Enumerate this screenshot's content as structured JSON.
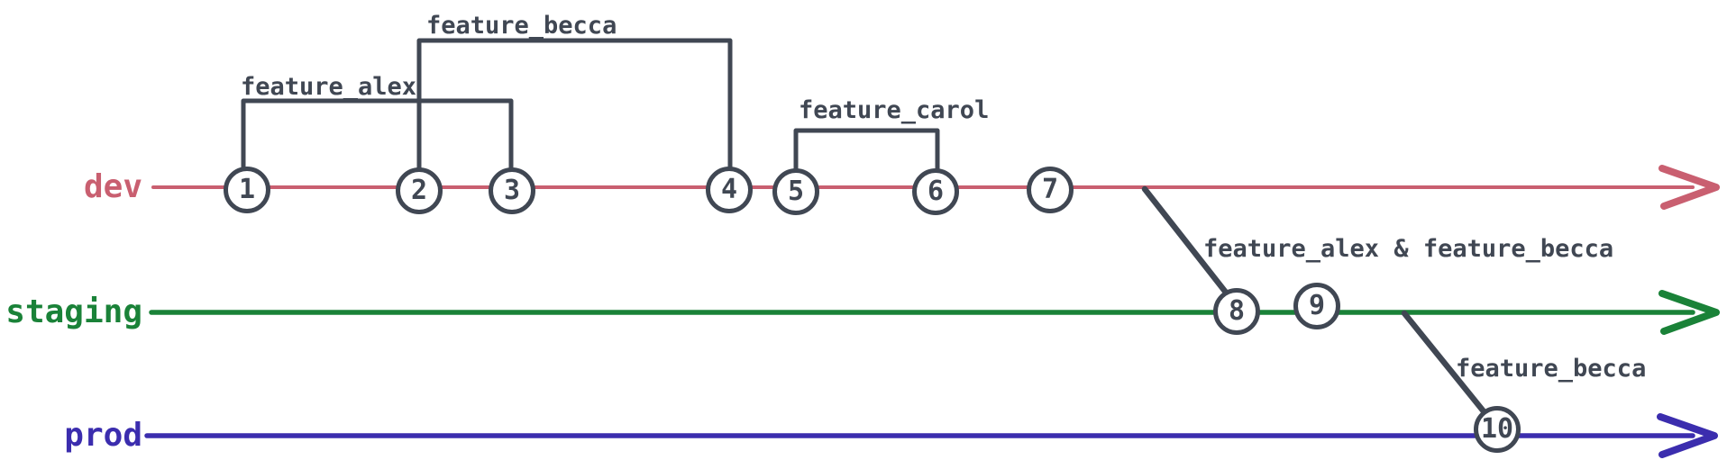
{
  "theme": {
    "background": "#ffffff",
    "dev_color": "#c95f70",
    "staging_color": "#1a8238",
    "prod_color": "#3b2dae",
    "ink_color": "#404753"
  },
  "branches": [
    {
      "label": "dev"
    },
    {
      "label": "staging"
    },
    {
      "label": "prod"
    }
  ],
  "commits": [
    {
      "number": "1",
      "branch": "dev"
    },
    {
      "number": "2",
      "branch": "dev"
    },
    {
      "number": "3",
      "branch": "dev"
    },
    {
      "number": "4",
      "branch": "dev"
    },
    {
      "number": "5",
      "branch": "dev"
    },
    {
      "number": "6",
      "branch": "dev"
    },
    {
      "number": "7",
      "branch": "dev"
    },
    {
      "number": "8",
      "branch": "staging"
    },
    {
      "number": "9",
      "branch": "staging"
    },
    {
      "number": "10",
      "branch": "prod"
    }
  ],
  "feature_spans": [
    {
      "label": "feature_alex",
      "from_commit": "1",
      "to_commit": "3"
    },
    {
      "label": "feature_becca",
      "from_commit": "2",
      "to_commit": "4"
    },
    {
      "label": "feature_carol",
      "from_commit": "5",
      "to_commit": "6"
    }
  ],
  "merges": [
    {
      "label": "feature_alex & feature_becca",
      "from_branch": "dev",
      "to_branch": "staging"
    },
    {
      "label": "feature_becca",
      "from_branch": "staging",
      "to_branch": "prod"
    }
  ]
}
